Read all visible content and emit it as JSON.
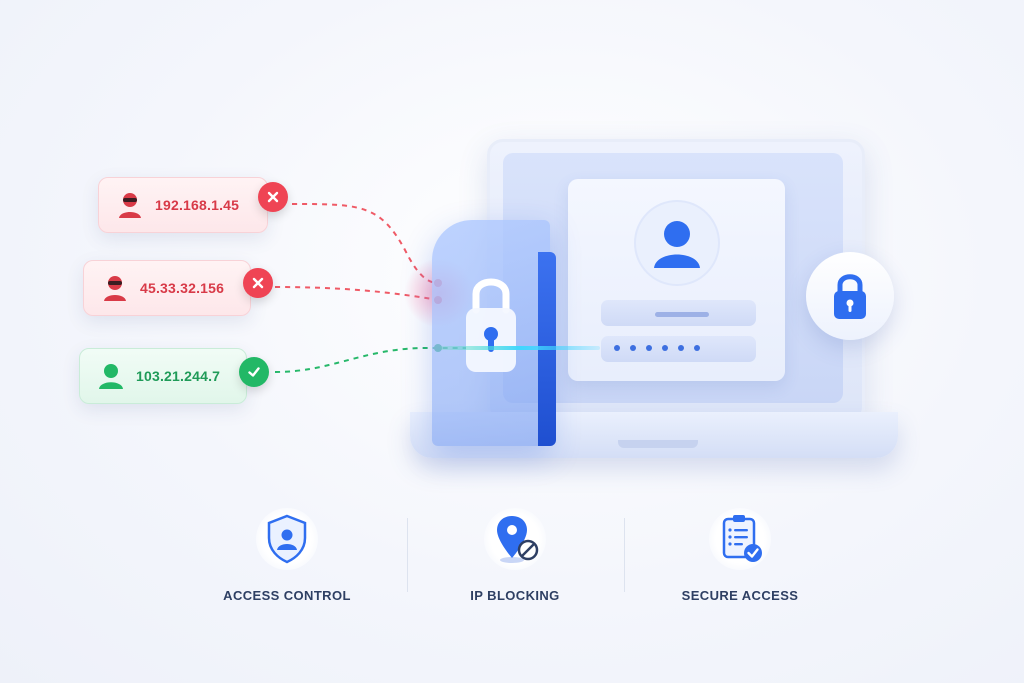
{
  "ip_entries": [
    {
      "ip": "192.168.1.45",
      "status": "blocked",
      "avatar_icon": "hacker-icon",
      "status_icon": "x-icon"
    },
    {
      "ip": "45.33.32.156",
      "status": "blocked",
      "avatar_icon": "hacker-icon",
      "status_icon": "x-icon"
    },
    {
      "ip": "103.21.244.7",
      "status": "allowed",
      "avatar_icon": "user-icon",
      "status_icon": "check-icon"
    }
  ],
  "login_card": {
    "avatar_icon": "user-icon",
    "password_dots": 6
  },
  "side_badge_icon": "lock-icon",
  "shield_icon": "padlock-icon",
  "features": [
    {
      "label": "ACCESS CONTROL",
      "icon": "shield-user-icon"
    },
    {
      "label": "IP BLOCKING",
      "icon": "location-blocked-icon"
    },
    {
      "label": "SECURE ACCESS",
      "icon": "clipboard-check-icon"
    }
  ],
  "colors": {
    "blocked": "#ef4454",
    "allowed": "#22b866",
    "accent": "#2f6ef0",
    "label": "#2e3f63"
  }
}
